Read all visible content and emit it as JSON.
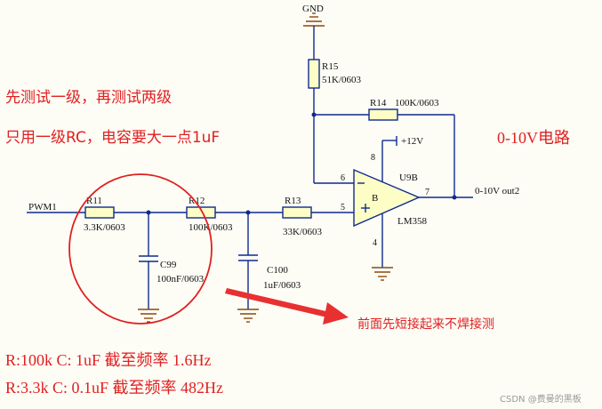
{
  "labels": {
    "gnd_top": "GND",
    "r15_ref": "R15",
    "r15_val": "51K/0603",
    "r14_ref": "R14",
    "r14_val": "100K/0603",
    "r11_ref": "R11",
    "r11_val": "3.3K/0603",
    "r12_ref": "R12",
    "r12_val": "100K/0603",
    "r13_ref": "R13",
    "r13_val": "33K/0603",
    "c99_ref": "C99",
    "c99_val": "100nF/0603",
    "c100_ref": "C100",
    "c100_val": "1uF/0603",
    "pwm_net": "PWM1",
    "vplus": "+12V",
    "opamp_ref": "U9B",
    "opamp_type": "LM358",
    "opamp_unit": "B",
    "pin6": "6",
    "pin5": "5",
    "pin7": "7",
    "pin8": "8",
    "pin4": "4",
    "minus": "−",
    "plus": "+",
    "out_net": "0-10V out2"
  },
  "notes": {
    "line1": "先测试一级，再测试两级",
    "line2": "只用一级RC，电容要大一点1uF",
    "title": "0-10V电路",
    "arrow_note": "前面先短接起来不焊接测",
    "cutoff1": "R:100k  C: 1uF  截至频率 1.6Hz",
    "cutoff2": "R:3.3k  C: 0.1uF  截至频率 482Hz"
  },
  "watermark": "CSDN @费曼的黑板",
  "colors": {
    "wire": "#0f2a8c",
    "annotation": "#e02020",
    "ground": "#8a4a0a",
    "body_fill": "#fdfdc6"
  }
}
